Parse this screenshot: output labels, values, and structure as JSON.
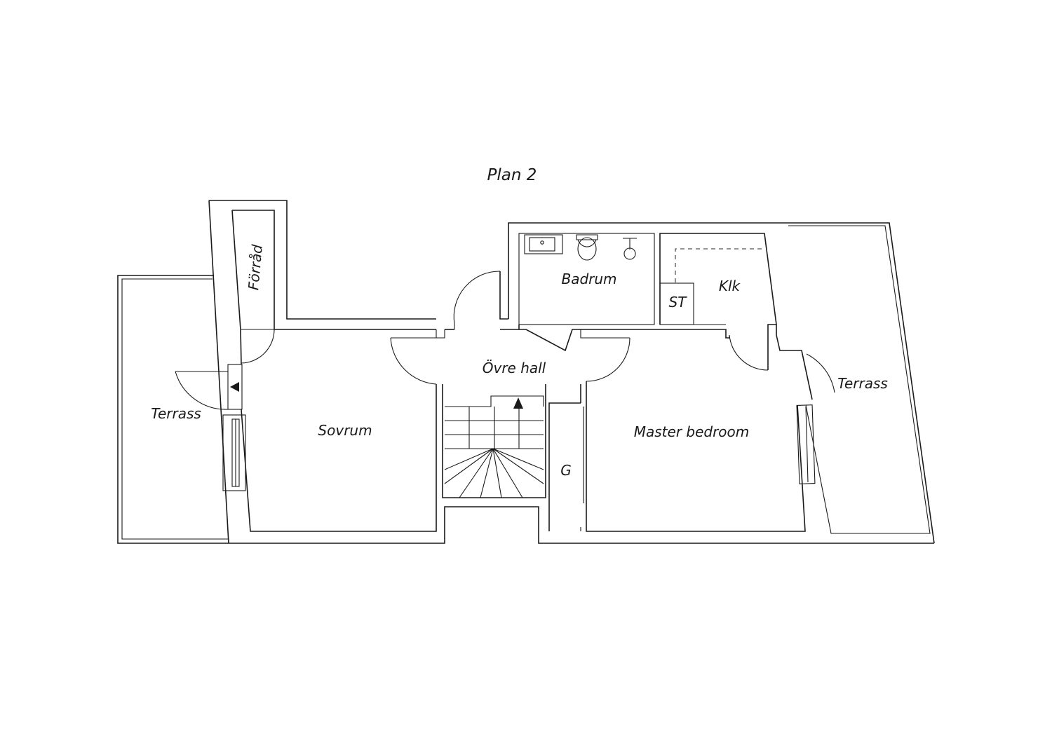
{
  "plan": {
    "title": "Plan 2",
    "rooms": {
      "forrad": "Förråd",
      "badrum": "Badrum",
      "klk": "Klk",
      "st": "ST",
      "ovre_hall": "Övre hall",
      "sovrum": "Sovrum",
      "master_bedroom": "Master bedroom",
      "g": "G",
      "terrass_left": "Terrass",
      "terrass_right": "Terrass"
    }
  }
}
